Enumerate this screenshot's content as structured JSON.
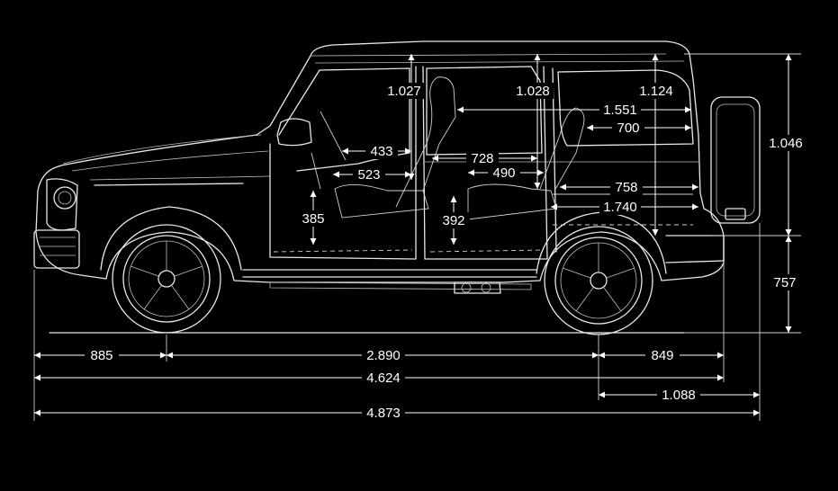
{
  "colors": {
    "background": "#000000",
    "lines": "#ffffff"
  },
  "icons": [
    "car-side-view-outline",
    "spare-wheel"
  ],
  "dimensions": {
    "front_headroom": "1.027",
    "rear_headroom": "1.028",
    "third_row_headroom": "1.124",
    "cargo_length_top": "1.551",
    "cargo_length_upper": "700",
    "overall_height_roof_section": "1.046",
    "front_legroom_a": "433",
    "front_legroom_b": "523",
    "rear_legroom_a": "728",
    "rear_legroom_b": "490",
    "cargo_length_floor": "758",
    "load_length": "1.740",
    "front_seat_height": "385",
    "rear_seat_height": "392",
    "lower_height": "757",
    "front_overhang": "885",
    "wheelbase": "2.890",
    "rear_overhang": "849",
    "length_without_spare": "4.624",
    "rear_overhang_with_spare": "1.088",
    "overall_length": "4.873"
  }
}
